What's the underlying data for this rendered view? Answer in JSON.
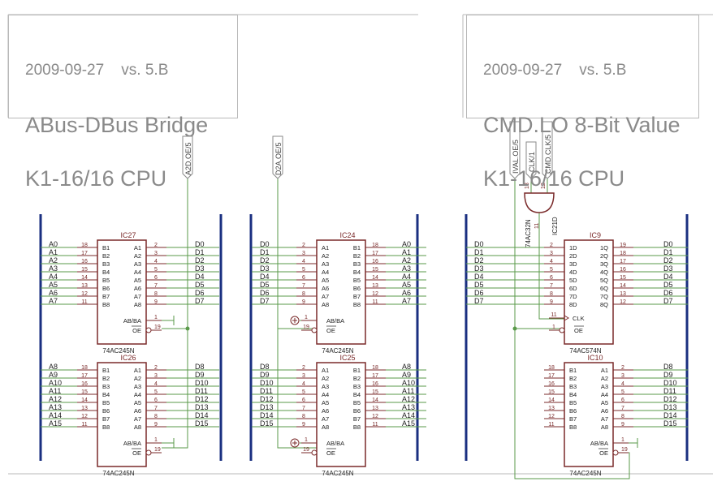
{
  "title_blocks": [
    {
      "date_version": "2009-09-27    vs. 5.B",
      "line2": "ABus-DBus Bridge",
      "line3": "K1-16/16 CPU"
    },
    {
      "date_version": "2009-09-27    vs. 5.B",
      "line2": "CMD.LO 8-Bit Value",
      "line3": "K1-16/16 CPU"
    }
  ],
  "ports": [
    {
      "label": "A2D.OE/5"
    },
    {
      "label": "D2A.OE/5"
    },
    {
      "label": "IVAL.OE/5"
    },
    {
      "label": "CLK/1"
    },
    {
      "label": "CMD.CLK/5"
    }
  ],
  "gate": {
    "type": "74AC32N",
    "name": "IC21D",
    "pin_a": "13",
    "pin_b": "12",
    "pin_out": "11"
  },
  "chips": [
    {
      "name": "IC27",
      "part": "74AC245N",
      "left_pins": [
        "B1",
        "B2",
        "B3",
        "B4",
        "B5",
        "B6",
        "B7",
        "B8"
      ],
      "right_pins": [
        "A1",
        "A2",
        "A3",
        "A4",
        "A5",
        "A6",
        "A7",
        "A8"
      ],
      "left_nums": [
        "18",
        "17",
        "16",
        "15",
        "14",
        "13",
        "12",
        "11"
      ],
      "right_nums": [
        "2",
        "3",
        "4",
        "5",
        "6",
        "7",
        "8",
        "9"
      ],
      "left_nets": [
        "A0",
        "A1",
        "A2",
        "A3",
        "A4",
        "A5",
        "A6",
        "A7"
      ],
      "right_nets": [
        "D0",
        "D1",
        "D2",
        "D3",
        "D4",
        "D5",
        "D6",
        "D7"
      ],
      "ctrl_label": "AB/BA",
      "oe_label": "OE",
      "ctrl_num": "1",
      "oe_num": "19"
    },
    {
      "name": "IC26",
      "part": "74AC245N",
      "left_pins": [
        "B1",
        "B2",
        "B3",
        "B4",
        "B5",
        "B6",
        "B7",
        "B8"
      ],
      "right_pins": [
        "A1",
        "A2",
        "A3",
        "A4",
        "A5",
        "A6",
        "A7",
        "A8"
      ],
      "left_nums": [
        "18",
        "17",
        "16",
        "15",
        "14",
        "13",
        "12",
        "11"
      ],
      "right_nums": [
        "2",
        "3",
        "4",
        "5",
        "6",
        "7",
        "8",
        "9"
      ],
      "left_nets": [
        "A8",
        "A9",
        "A10",
        "A11",
        "A12",
        "A13",
        "A14",
        "A15"
      ],
      "right_nets": [
        "D8",
        "D9",
        "D10",
        "D11",
        "D12",
        "D13",
        "D14",
        "D15"
      ],
      "ctrl_label": "AB/BA",
      "oe_label": "OE",
      "ctrl_num": "1",
      "oe_num": "19"
    },
    {
      "name": "IC24",
      "part": "74AC245N",
      "left_pins": [
        "A1",
        "A2",
        "A3",
        "A4",
        "A5",
        "A6",
        "A7",
        "A8"
      ],
      "right_pins": [
        "B1",
        "B2",
        "B3",
        "B4",
        "B5",
        "B6",
        "B7",
        "B8"
      ],
      "left_nums": [
        "2",
        "3",
        "4",
        "5",
        "6",
        "7",
        "8",
        "9"
      ],
      "right_nums": [
        "18",
        "17",
        "16",
        "15",
        "14",
        "13",
        "12",
        "11"
      ],
      "left_nets": [
        "D0",
        "D1",
        "D2",
        "D3",
        "D4",
        "D5",
        "D6",
        "D7"
      ],
      "right_nets": [
        "A0",
        "A1",
        "A2",
        "A3",
        "A4",
        "A5",
        "A6",
        "A7"
      ],
      "ctrl_label": "AB/BA",
      "oe_label": "OE",
      "ctrl_num": "1",
      "oe_num": "19"
    },
    {
      "name": "IC25",
      "part": "74AC245N",
      "left_pins": [
        "A1",
        "A2",
        "A3",
        "A4",
        "A5",
        "A6",
        "A7",
        "A8"
      ],
      "right_pins": [
        "B1",
        "B2",
        "B3",
        "B4",
        "B5",
        "B6",
        "B7",
        "B8"
      ],
      "left_nums": [
        "2",
        "3",
        "4",
        "5",
        "6",
        "7",
        "8",
        "9"
      ],
      "right_nums": [
        "18",
        "17",
        "16",
        "15",
        "14",
        "13",
        "12",
        "11"
      ],
      "left_nets": [
        "D8",
        "D9",
        "D10",
        "D11",
        "D12",
        "D13",
        "D14",
        "D15"
      ],
      "right_nets": [
        "A8",
        "A9",
        "A10",
        "A11",
        "A12",
        "A13",
        "A14",
        "A15"
      ],
      "ctrl_label": "AB/BA",
      "oe_label": "OE",
      "ctrl_num": "1",
      "oe_num": "19"
    },
    {
      "name": "IC9",
      "part": "74AC574N",
      "left_pins": [
        "1D",
        "2D",
        "3D",
        "4D",
        "5D",
        "6D",
        "7D",
        "8D"
      ],
      "right_pins": [
        "1Q",
        "2Q",
        "3Q",
        "4Q",
        "5Q",
        "6Q",
        "7Q",
        "8Q"
      ],
      "left_nums": [
        "2",
        "3",
        "4",
        "5",
        "6",
        "7",
        "8",
        "9"
      ],
      "right_nums": [
        "19",
        "18",
        "17",
        "16",
        "15",
        "14",
        "13",
        "12"
      ],
      "left_nets": [
        "D0",
        "D1",
        "D2",
        "D3",
        "D4",
        "D5",
        "D6",
        "D7"
      ],
      "right_nets": [
        "D0",
        "D1",
        "D2",
        "D3",
        "D4",
        "D5",
        "D6",
        "D7"
      ],
      "ctrl_label": "CLK",
      "oe_label": "OE",
      "ctrl_num": "11",
      "oe_num": "1"
    },
    {
      "name": "IC10",
      "part": "74AC245N",
      "left_pins": [
        "B1",
        "B2",
        "B3",
        "B4",
        "B5",
        "B6",
        "B7",
        "B8"
      ],
      "right_pins": [
        "A1",
        "A2",
        "A3",
        "A4",
        "A5",
        "A6",
        "A7",
        "A8"
      ],
      "left_nums": [
        "18",
        "17",
        "16",
        "15",
        "14",
        "13",
        "12",
        "11"
      ],
      "right_nums": [
        "2",
        "3",
        "4",
        "5",
        "6",
        "7",
        "8",
        "9"
      ],
      "left_nets": [
        "",
        "",
        "",
        "",
        "",
        "",
        "",
        ""
      ],
      "right_nets": [
        "D8",
        "D9",
        "D10",
        "D11",
        "D12",
        "D13",
        "D14",
        "D15"
      ],
      "ctrl_label": "AB/BA",
      "oe_label": "OE",
      "ctrl_num": "1",
      "oe_num": "19"
    }
  ],
  "colors": {
    "wire": "#5a9a4a",
    "chip": "#7a2a2a",
    "bus": "#1a2f80",
    "text": "#222222",
    "pinnum": "#7a2a2a",
    "frame": "#b9b9b9",
    "title": "#8a8a8a"
  }
}
